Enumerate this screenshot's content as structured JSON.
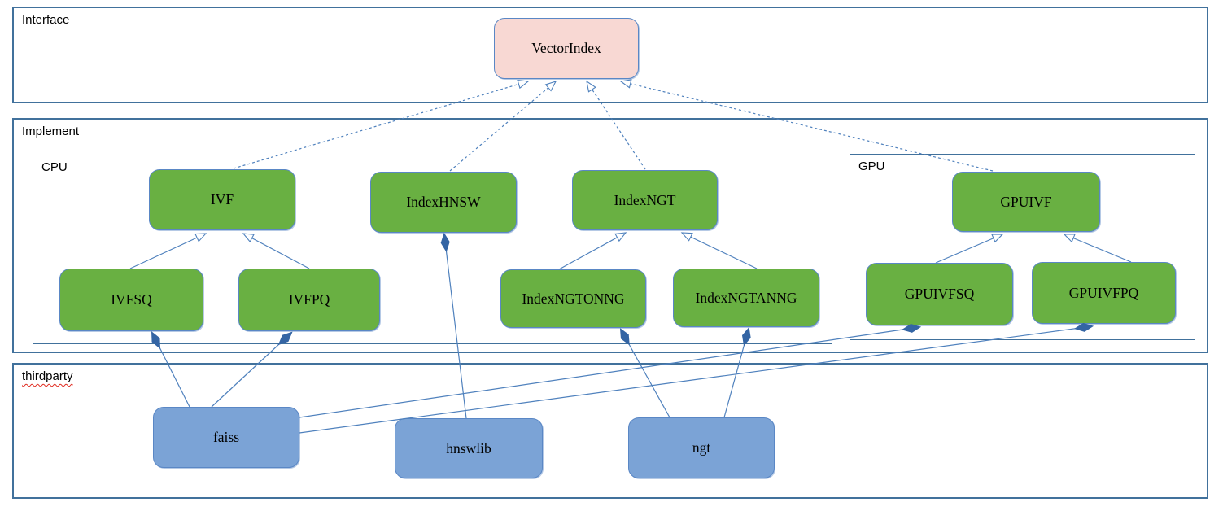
{
  "diagram": {
    "containers": {
      "interface": {
        "label": "Interface"
      },
      "implement": {
        "label": "Implement"
      },
      "cpu": {
        "label": "CPU"
      },
      "gpu": {
        "label": "GPU"
      },
      "thirdparty": {
        "label": "thirdparty"
      }
    },
    "nodes": {
      "vectorindex": {
        "label": "VectorIndex",
        "kind": "interface"
      },
      "ivf": {
        "label": "IVF",
        "kind": "class"
      },
      "indexhnsw": {
        "label": "IndexHNSW",
        "kind": "class"
      },
      "indexngt": {
        "label": "IndexNGT",
        "kind": "class"
      },
      "gpuivf": {
        "label": "GPUIVF",
        "kind": "class"
      },
      "ivfsq": {
        "label": "IVFSQ",
        "kind": "class"
      },
      "ivfpq": {
        "label": "IVFPQ",
        "kind": "class"
      },
      "indexngtonng": {
        "label": "IndexNGTONNG",
        "kind": "class"
      },
      "indexngtanng": {
        "label": "IndexNGTANNG",
        "kind": "class"
      },
      "gpuivfsq": {
        "label": "GPUIVFSQ",
        "kind": "class"
      },
      "gpuivfpq": {
        "label": "GPUIVFPQ",
        "kind": "class"
      },
      "faiss": {
        "label": "faiss",
        "kind": "library"
      },
      "hnswlib": {
        "label": "hnswlib",
        "kind": "library"
      },
      "ngt": {
        "label": "ngt",
        "kind": "library"
      }
    },
    "edges": [
      {
        "from": "ivf",
        "to": "vectorindex",
        "type": "realization-dashed"
      },
      {
        "from": "indexhnsw",
        "to": "vectorindex",
        "type": "realization-dashed"
      },
      {
        "from": "indexngt",
        "to": "vectorindex",
        "type": "realization-dashed"
      },
      {
        "from": "gpuivf",
        "to": "vectorindex",
        "type": "realization-dashed"
      },
      {
        "from": "ivfsq",
        "to": "ivf",
        "type": "generalization"
      },
      {
        "from": "ivfpq",
        "to": "ivf",
        "type": "generalization"
      },
      {
        "from": "indexngtonng",
        "to": "indexngt",
        "type": "generalization"
      },
      {
        "from": "indexngtanng",
        "to": "indexngt",
        "type": "generalization"
      },
      {
        "from": "gpuivfsq",
        "to": "gpuivf",
        "type": "generalization"
      },
      {
        "from": "gpuivfpq",
        "to": "gpuivf",
        "type": "generalization"
      },
      {
        "from": "ivfsq",
        "to": "faiss",
        "type": "composition"
      },
      {
        "from": "ivfpq",
        "to": "faiss",
        "type": "composition"
      },
      {
        "from": "gpuivfsq",
        "to": "faiss",
        "type": "composition"
      },
      {
        "from": "gpuivfpq",
        "to": "faiss",
        "type": "composition"
      },
      {
        "from": "indexhnsw",
        "to": "hnswlib",
        "type": "composition"
      },
      {
        "from": "indexngtonng",
        "to": "ngt",
        "type": "composition"
      },
      {
        "from": "indexngtanng",
        "to": "ngt",
        "type": "composition"
      }
    ],
    "colors": {
      "interface_node_fill": "#f8d8d3",
      "class_node_fill": "#69b042",
      "library_node_fill": "#7ba3d6",
      "container_border": "#41719c",
      "edge_stroke": "#4f81bd",
      "diamond_fill": "#3465a4",
      "spellcheck_underline": "#e02b20"
    }
  }
}
